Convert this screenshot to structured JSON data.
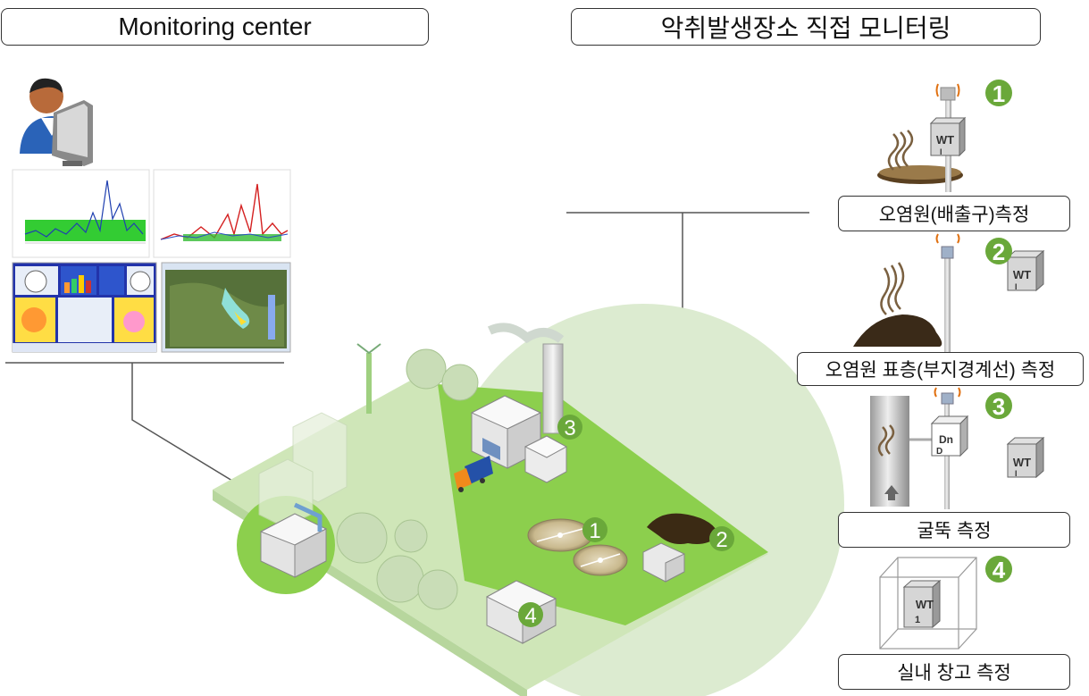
{
  "titles": {
    "monitoring_center": "Monitoring center",
    "onsite_monitoring": "악취발생장소 직접 모니터링"
  },
  "measurements": [
    {
      "number": "1",
      "label": "오염원(배출구)측정",
      "device": "WT",
      "device_sub": "I"
    },
    {
      "number": "2",
      "label": "오염원 표층(부지경계선) 측정",
      "device": "WT",
      "device_sub": "I"
    },
    {
      "number": "3",
      "label": "굴뚝 측정",
      "device": "Dn",
      "device_sub": "D",
      "device2": "WT",
      "device2_sub": "I"
    },
    {
      "number": "4",
      "label": "실내 창고 측정",
      "device": "WT",
      "device_sub": "1"
    }
  ],
  "site_markers": [
    "1",
    "2",
    "3",
    "4"
  ],
  "colors": {
    "marker_green": "#6aa83a",
    "ground_green": "#8ccf4d",
    "circle_bg": "#dcebd0",
    "pale_green": "#cfe6b8",
    "line_gray": "#555555"
  }
}
